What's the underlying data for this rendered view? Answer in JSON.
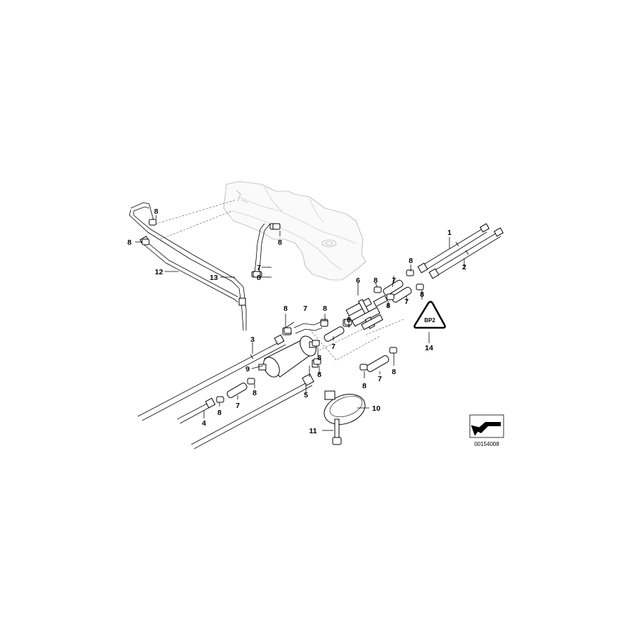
{
  "diagram": {
    "callouts": [
      {
        "id": "c1",
        "text": "1"
      },
      {
        "id": "c2",
        "text": "2"
      },
      {
        "id": "c3",
        "text": "3"
      },
      {
        "id": "c4",
        "text": "4"
      },
      {
        "id": "c5",
        "text": "5"
      },
      {
        "id": "c6",
        "text": "6"
      },
      {
        "id": "c7a",
        "text": "7"
      },
      {
        "id": "c7b",
        "text": "7"
      },
      {
        "id": "c7c",
        "text": "7"
      },
      {
        "id": "c7d",
        "text": "7"
      },
      {
        "id": "c7e",
        "text": "7"
      },
      {
        "id": "c7f",
        "text": "7"
      },
      {
        "id": "c7g",
        "text": "7"
      },
      {
        "id": "c8a",
        "text": "8"
      },
      {
        "id": "c8b",
        "text": "8"
      },
      {
        "id": "c8c",
        "text": "8"
      },
      {
        "id": "c8d",
        "text": "8"
      },
      {
        "id": "c8e",
        "text": "8"
      },
      {
        "id": "c8f",
        "text": "8"
      },
      {
        "id": "c8g",
        "text": "8"
      },
      {
        "id": "c8h",
        "text": "8"
      },
      {
        "id": "c8i",
        "text": "8"
      },
      {
        "id": "c8j",
        "text": "8"
      },
      {
        "id": "c8k",
        "text": "8"
      },
      {
        "id": "c8l",
        "text": "8"
      },
      {
        "id": "c8m",
        "text": "8"
      },
      {
        "id": "c8n",
        "text": "8"
      },
      {
        "id": "c8o",
        "text": "8"
      },
      {
        "id": "c8p",
        "text": "8"
      },
      {
        "id": "c8q",
        "text": "8"
      },
      {
        "id": "c9",
        "text": "9"
      },
      {
        "id": "c10",
        "text": "10"
      },
      {
        "id": "c11",
        "text": "11"
      },
      {
        "id": "c12",
        "text": "12"
      },
      {
        "id": "c13",
        "text": "13"
      },
      {
        "id": "c14",
        "text": "14"
      }
    ],
    "drawing_number": "00154008",
    "warning_badge": "BP2"
  }
}
